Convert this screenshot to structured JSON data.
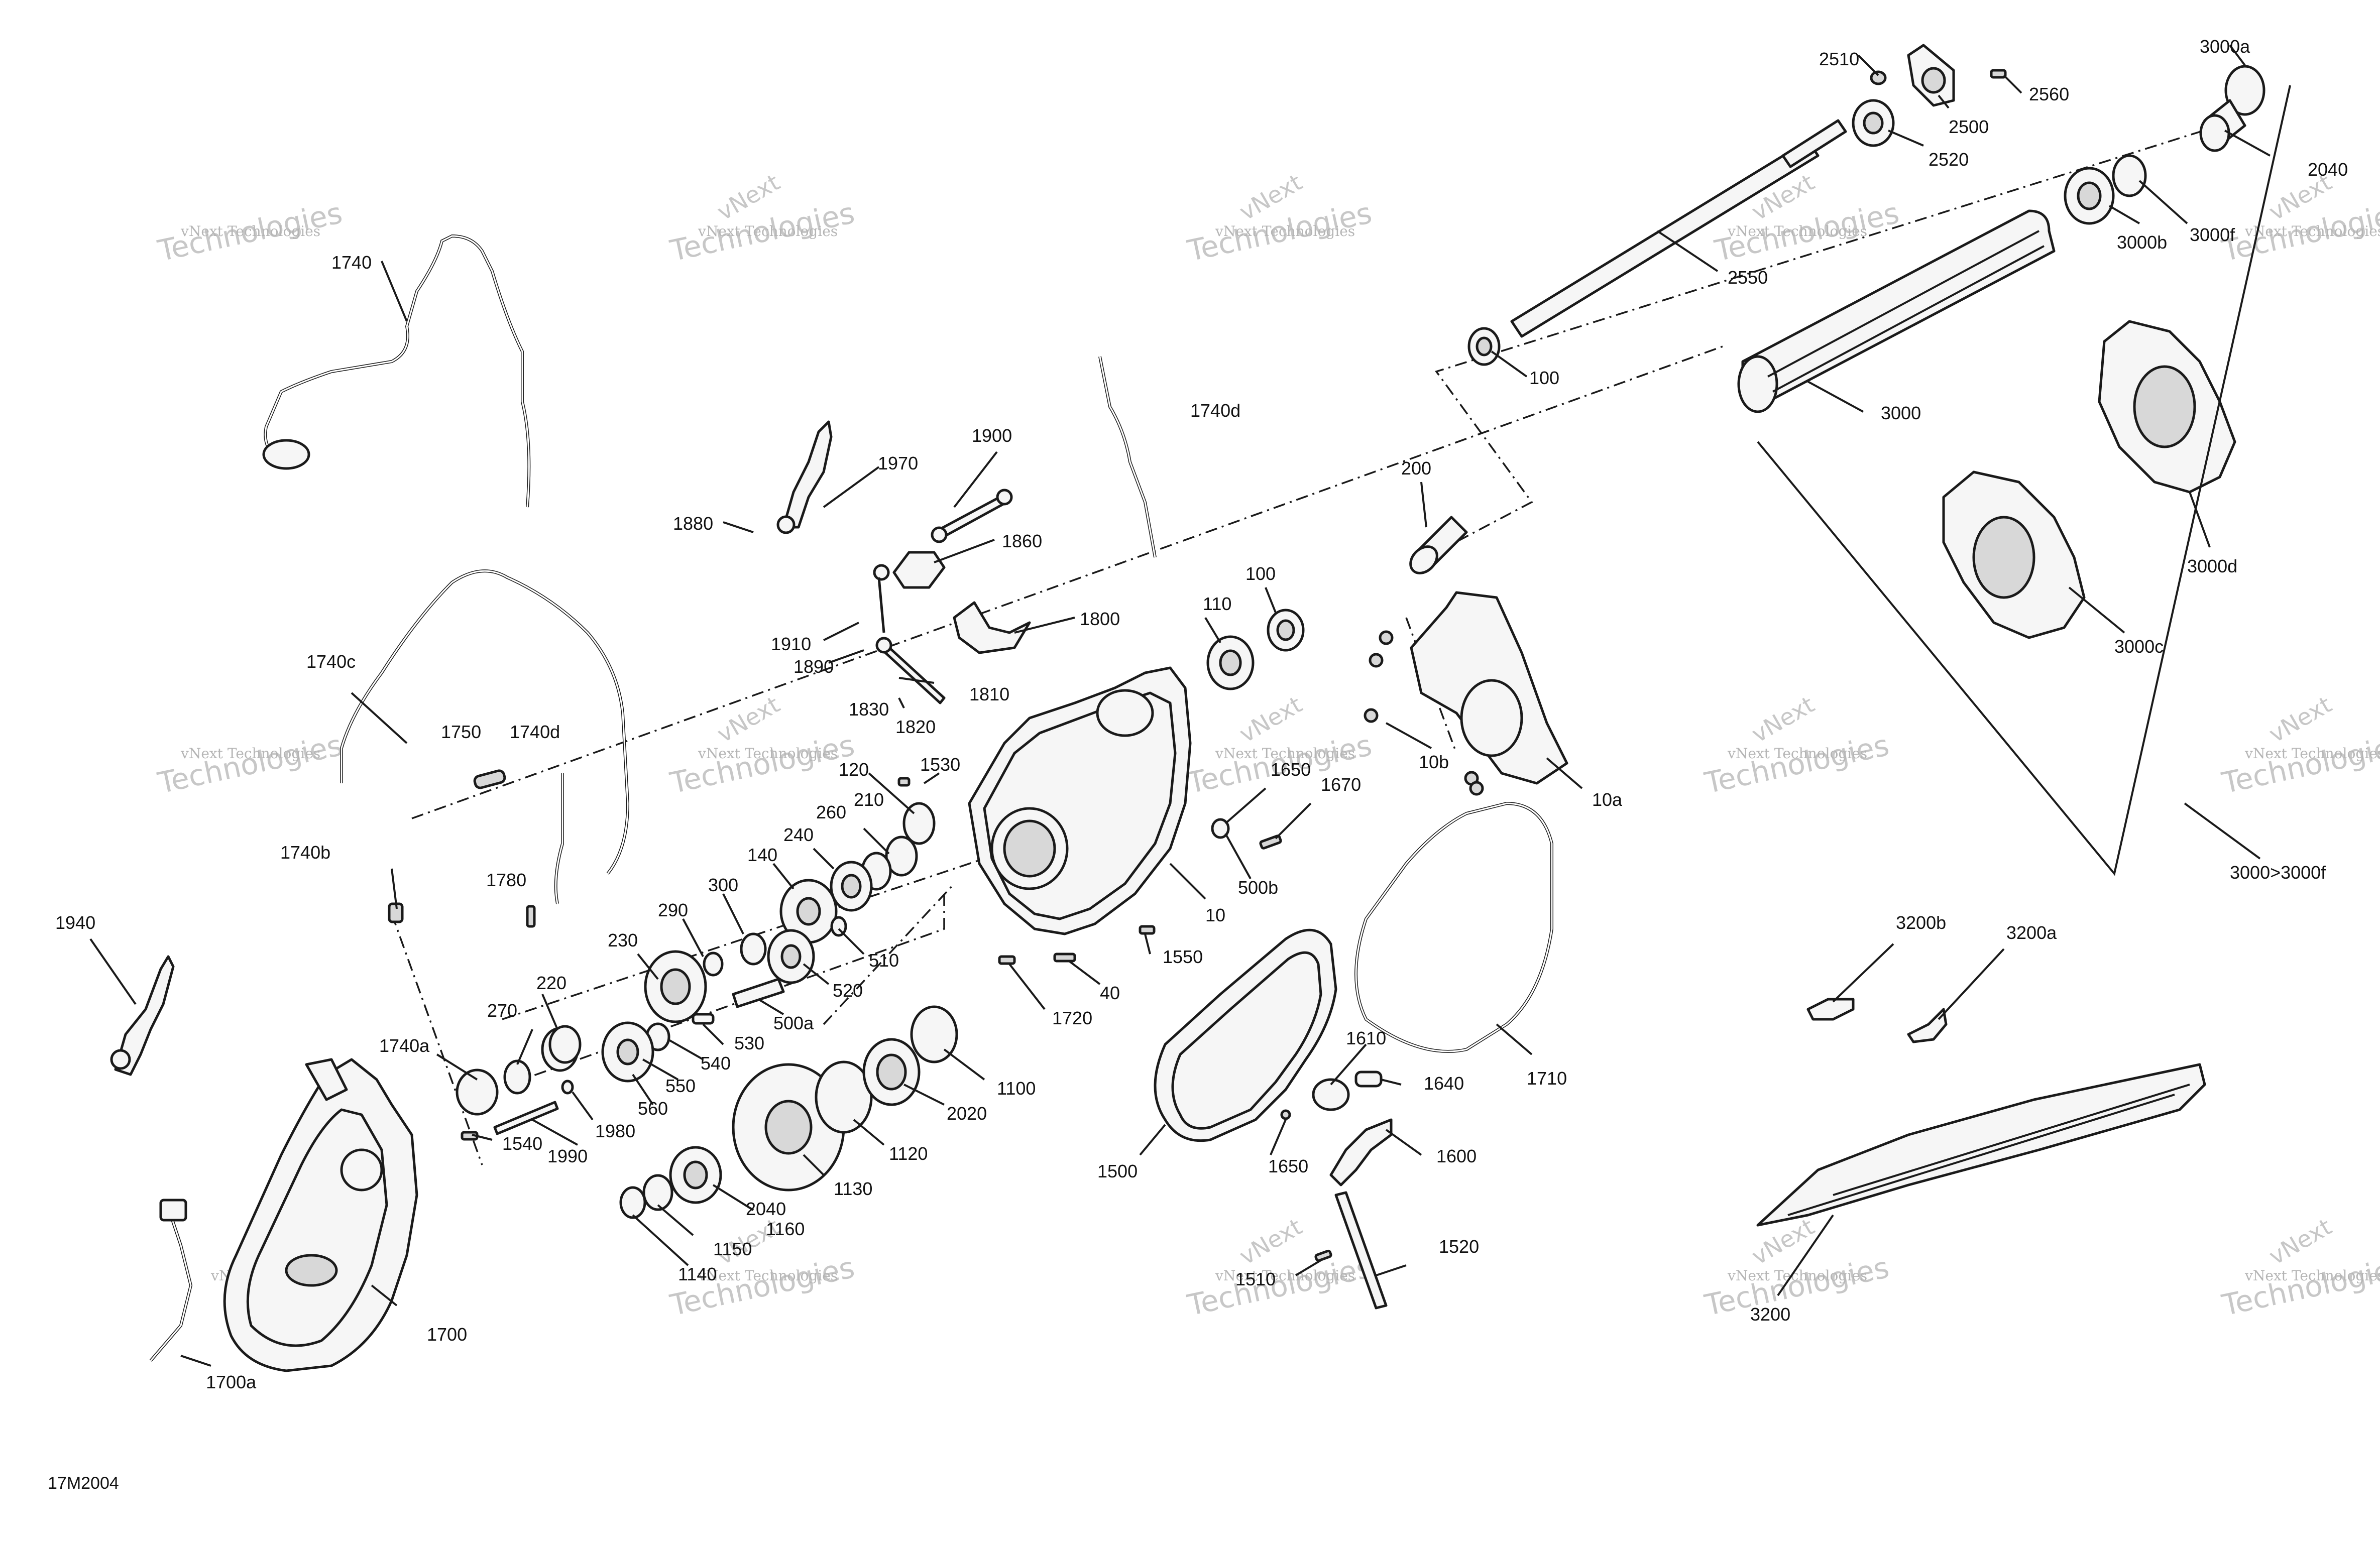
{
  "diagram_code": "17M2004",
  "watermark": {
    "line1": "vNext Technologies",
    "line2": "Technologies",
    "logo": "vNext"
  },
  "parts": {
    "p1740": "1740",
    "p1740b": "1740b",
    "p1740c": "1740c",
    "p1740d_a": "1740d",
    "p1740d_b": "1740d",
    "p1740a": "1740a",
    "p1750": "1750",
    "p1780": "1780",
    "p1940": "1940",
    "p1700": "1700",
    "p1700a": "1700a",
    "p1880": "1880",
    "p1970": "1970",
    "p1900": "1900",
    "p1860": "1860",
    "p1800": "1800",
    "p1910": "1910",
    "p1890": "1890",
    "p1830": "1830",
    "p1820": "1820",
    "p1810": "1810",
    "p120": "120",
    "p1530": "1530",
    "p260": "260",
    "p210": "210",
    "p240": "240",
    "p140": "140",
    "p300": "300",
    "p290": "290",
    "p230": "230",
    "p220": "220",
    "p270": "270",
    "p510": "510",
    "p520": "520",
    "p500a": "500a",
    "p530": "530",
    "p540": "540",
    "p550": "550",
    "p560": "560",
    "p1990": "1990",
    "p1980": "1980",
    "p1540": "1540",
    "p2040": "2040",
    "p1160": "1160",
    "p1150": "1150",
    "p1140": "1140",
    "p1130": "1130",
    "p1120": "1120",
    "p2020": "2020",
    "p1100": "1100",
    "p1720": "1720",
    "p40": "40",
    "p1550": "1550",
    "p10": "10",
    "p500b": "500b",
    "p1650_top": "1650",
    "p1670": "1670",
    "p110": "110",
    "p100_mid": "100",
    "p200": "200",
    "p10b": "10b",
    "p10a": "10a",
    "p1500": "1500",
    "p1610": "1610",
    "p1640": "1640",
    "p1600": "1600",
    "p1650_bottom": "1650",
    "p1710": "1710",
    "p1520": "1520",
    "p1510": "1510",
    "p100_top": "100",
    "p2550": "2550",
    "p2510": "2510",
    "p2500": "2500",
    "p2520": "2520",
    "p2560": "2560",
    "p3000": "3000",
    "p3000a": "3000a",
    "p2040_top": "2040",
    "p3000b": "3000b",
    "p3000f": "3000f",
    "p3000d": "3000d",
    "p3000c": "3000c",
    "p3000range": "3000>3000f",
    "p3200b": "3200b",
    "p3200a": "3200a",
    "p3200": "3200"
  }
}
